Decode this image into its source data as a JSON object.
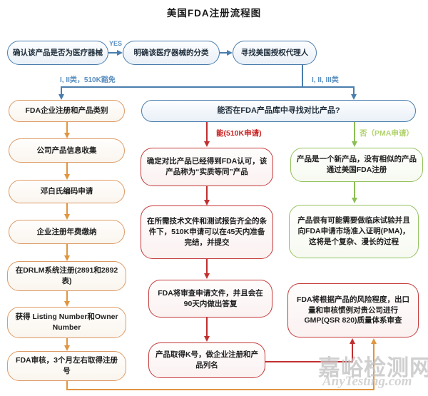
{
  "title": "美国FDA注册流程图",
  "colors": {
    "blue_line": "#4a7dad",
    "orange_line": "#e0953f",
    "red_line": "#c22f2f",
    "green_line": "#8cbf55",
    "orange_border": "#dd9b66",
    "red_border": "#c43a3a",
    "green_border": "#94c25e",
    "watermark_gray": "#c2c2c2"
  },
  "top_row": {
    "box1": "确认该产品是否为医疗器械",
    "yes_label": "YES",
    "box2": "明确该医疗器械的分类",
    "box3": "寻找美国授权代理人",
    "class_left_label": "I, II类，510K豁免",
    "class_right_label": "I, II, III类"
  },
  "left_column": [
    "FDA企业注册和产品类别",
    "公司产品信息收集",
    "邓白氏编码申请",
    "企业注册年费缴纳",
    "在DRLM系统注册(2891和2892表)",
    "获得 Listing Number和Owner Number",
    "FDA审核，3个月左右取得注册号"
  ],
  "question_box": "能否在FDA产品库中寻找对比产品?",
  "branches": {
    "yes_label": "能(510K申请)",
    "no_label": "否（PMA申请）"
  },
  "k510_column": [
    "确定对比产品已经得到FDA认可，该产品称为“实质等同”产品",
    "在所需技术文件和测试报告齐全的条件下，510K申请可以在45天内准备完结，并提交",
    "FDA将审查申请文件，并且会在90天内做出答复",
    "产品取得K号，做企业注册和产品列名"
  ],
  "pma_column": [
    "产品是一个新产品，没有相似的产品通过美国FDA注册",
    "产品很有可能需要做临床试验并且向FDA申请市场准入证明(PMA)，这将是个复杂、漫长的过程"
  ],
  "gmp_box": "FDA将根据产品的风险程度，出口量和审核惯例对贵公司进行GMP(QSR 820)质量体系审查",
  "watermark": {
    "cn": "嘉峪检测网",
    "en": "AnyTesting.com"
  }
}
